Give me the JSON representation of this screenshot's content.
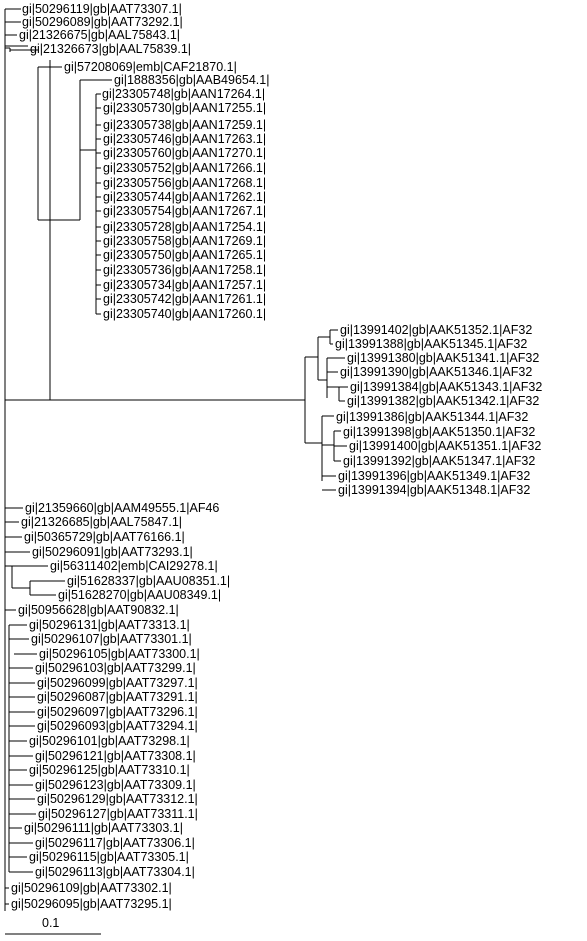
{
  "tree": {
    "line_color": "#000000",
    "text_color": "#000000",
    "background": "#ffffff",
    "taxa": [
      {
        "id": "t1",
        "label": "gi|50296119|gb|AAT73307.1|"
      },
      {
        "id": "t2",
        "label": "gi|50296089|gb|AAT73292.1|"
      },
      {
        "id": "t3",
        "label": "gi|21326675|gb|AAL75843.1|"
      },
      {
        "id": "t4",
        "label": "gi|21326673|gb|AAL75839.1|"
      },
      {
        "id": "t5",
        "label": "gi|57208069|emb|CAF21870.1|"
      },
      {
        "id": "t6",
        "label": "gi|1888356|gb|AAB49654.1|"
      },
      {
        "id": "t7",
        "label": "gi|23305748|gb|AAN17264.1|"
      },
      {
        "id": "t8",
        "label": "gi|23305730|gb|AAN17255.1|"
      },
      {
        "id": "t9",
        "label": "gi|23305738|gb|AAN17259.1|"
      },
      {
        "id": "t10",
        "label": "gi|23305746|gb|AAN17263.1|"
      },
      {
        "id": "t11",
        "label": "gi|23305760|gb|AAN17270.1|"
      },
      {
        "id": "t12",
        "label": "gi|23305752|gb|AAN17266.1|"
      },
      {
        "id": "t13",
        "label": "gi|23305756|gb|AAN17268.1|"
      },
      {
        "id": "t14",
        "label": "gi|23305744|gb|AAN17262.1|"
      },
      {
        "id": "t15",
        "label": "gi|23305754|gb|AAN17267.1|"
      },
      {
        "id": "t16",
        "label": "gi|23305728|gb|AAN17254.1|"
      },
      {
        "id": "t17",
        "label": "gi|23305758|gb|AAN17269.1|"
      },
      {
        "id": "t18",
        "label": "gi|23305750|gb|AAN17265.1|"
      },
      {
        "id": "t19",
        "label": "gi|23305736|gb|AAN17258.1|"
      },
      {
        "id": "t20",
        "label": "gi|23305734|gb|AAN17257.1|"
      },
      {
        "id": "t21",
        "label": "gi|23305742|gb|AAN17261.1|"
      },
      {
        "id": "t22",
        "label": "gi|23305740|gb|AAN17260.1|"
      },
      {
        "id": "t23",
        "label": "gi|13991402|gb|AAK51352.1|AF32"
      },
      {
        "id": "t24",
        "label": "gi|13991388|gb|AAK51345.1|AF32"
      },
      {
        "id": "t25",
        "label": "gi|13991380|gb|AAK51341.1|AF32"
      },
      {
        "id": "t26",
        "label": "gi|13991390|gb|AAK51346.1|AF32"
      },
      {
        "id": "t27",
        "label": "gi|13991384|gb|AAK51343.1|AF32"
      },
      {
        "id": "t28",
        "label": "gi|13991382|gb|AAK51342.1|AF32"
      },
      {
        "id": "t29",
        "label": "gi|13991386|gb|AAK51344.1|AF32"
      },
      {
        "id": "t30",
        "label": "gi|13991398|gb|AAK51350.1|AF32"
      },
      {
        "id": "t31",
        "label": "gi|13991400|gb|AAK51351.1|AF32"
      },
      {
        "id": "t32",
        "label": "gi|13991392|gb|AAK51347.1|AF32"
      },
      {
        "id": "t33",
        "label": "gi|13991396|gb|AAK51349.1|AF32"
      },
      {
        "id": "t34",
        "label": "gi|13991394|gb|AAK51348.1|AF32"
      },
      {
        "id": "t35",
        "label": "gi|21359660|gb|AAM49555.1|AF46"
      },
      {
        "id": "t36",
        "label": "gi|21326685|gb|AAL75847.1|"
      },
      {
        "id": "t37",
        "label": "gi|50365729|gb|AAT76166.1|"
      },
      {
        "id": "t38",
        "label": "gi|50296091|gb|AAT73293.1|"
      },
      {
        "id": "t39",
        "label": "gi|56311402|emb|CAI29278.1|"
      },
      {
        "id": "t40",
        "label": "gi|51628337|gb|AAU08351.1|"
      },
      {
        "id": "t41",
        "label": "gi|51628270|gb|AAU08349.1|"
      },
      {
        "id": "t42",
        "label": "gi|50956628|gb|AAT90832.1|"
      },
      {
        "id": "t43",
        "label": "gi|50296131|gb|AAT73313.1|"
      },
      {
        "id": "t44",
        "label": "gi|50296107|gb|AAT73301.1|"
      },
      {
        "id": "t45",
        "label": "gi|50296105|gb|AAT73300.1|"
      },
      {
        "id": "t46",
        "label": "gi|50296103|gb|AAT73299.1|"
      },
      {
        "id": "t47",
        "label": "gi|50296099|gb|AAT73297.1|"
      },
      {
        "id": "t48",
        "label": "gi|50296087|gb|AAT73291.1|"
      },
      {
        "id": "t49",
        "label": "gi|50296097|gb|AAT73296.1|"
      },
      {
        "id": "t50",
        "label": "gi|50296093|gb|AAT73294.1|"
      },
      {
        "id": "t51",
        "label": "gi|50296101|gb|AAT73298.1|"
      },
      {
        "id": "t52",
        "label": "gi|50296121|gb|AAT73308.1|"
      },
      {
        "id": "t53",
        "label": "gi|50296125|gb|AAT73310.1|"
      },
      {
        "id": "t54",
        "label": "gi|50296123|gb|AAT73309.1|"
      },
      {
        "id": "t55",
        "label": "gi|50296129|gb|AAT73312.1|"
      },
      {
        "id": "t56",
        "label": "gi|50296127|gb|AAT73311.1|"
      },
      {
        "id": "t57",
        "label": "gi|50296111|gb|AAT73303.1|"
      },
      {
        "id": "t58",
        "label": "gi|50296117|gb|AAT73306.1|"
      },
      {
        "id": "t59",
        "label": "gi|50296115|gb|AAT73305.1|"
      },
      {
        "id": "t60",
        "label": "gi|50296113|gb|AAT73304.1|"
      },
      {
        "id": "t61",
        "label": "gi|50296109|gb|AAT73302.1|"
      },
      {
        "id": "t62",
        "label": "gi|50296095|gb|AAT73295.1|"
      }
    ],
    "scale_bar": {
      "label": "0.1",
      "value": 0.1
    }
  }
}
